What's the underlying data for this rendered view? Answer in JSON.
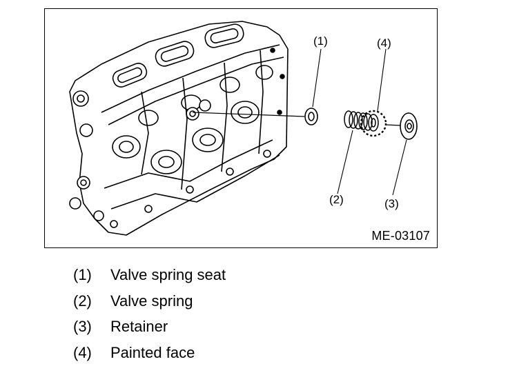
{
  "figure": {
    "code": "ME-03107",
    "callouts": {
      "c1": "(1)",
      "c2": "(2)",
      "c3": "(3)",
      "c4": "(4)"
    }
  },
  "legend": [
    {
      "num": "(1)",
      "text": "Valve spring seat"
    },
    {
      "num": "(2)",
      "text": "Valve spring"
    },
    {
      "num": "(3)",
      "text": "Retainer"
    },
    {
      "num": "(4)",
      "text": "Painted face"
    }
  ]
}
